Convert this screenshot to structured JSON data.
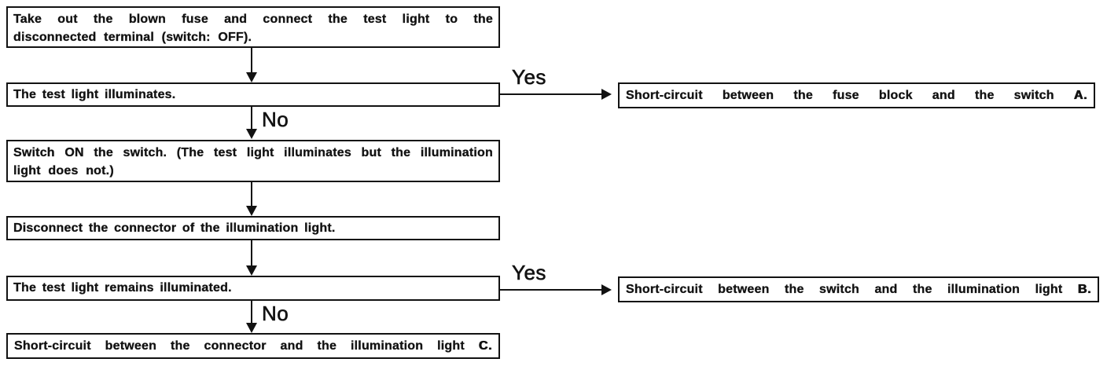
{
  "diagram": {
    "kind": "troubleshooting-flowchart",
    "background_color": "#ffffff",
    "ink_color": "#121212",
    "nodes": {
      "start": {
        "line1": "Take out the blown fuse and connect the test light to the",
        "line2": "disconnected terminal (switch: OFF)."
      },
      "check_illuminates": {
        "text": "The test light illuminates."
      },
      "switch_on": {
        "line1": "Switch ON the switch. (The test light illuminates but the illumination",
        "line2": "light does not.)"
      },
      "disconnect_connector": {
        "text": "Disconnect the connector of the illumination light."
      },
      "check_remains": {
        "text": "The test light remains illuminated."
      },
      "result_a": {
        "text": "Short-circuit between the fuse block and the switch",
        "tag": "A."
      },
      "result_b": {
        "text": "Short-circuit between the switch and the illumination light",
        "tag": "B."
      },
      "result_c": {
        "text": "Short-circuit between the connector and the illumination light",
        "tag": "C."
      }
    },
    "edge_labels": {
      "yes_top": "Yes",
      "no_top": "No",
      "yes_bottom": "Yes",
      "no_bottom": "No"
    }
  }
}
